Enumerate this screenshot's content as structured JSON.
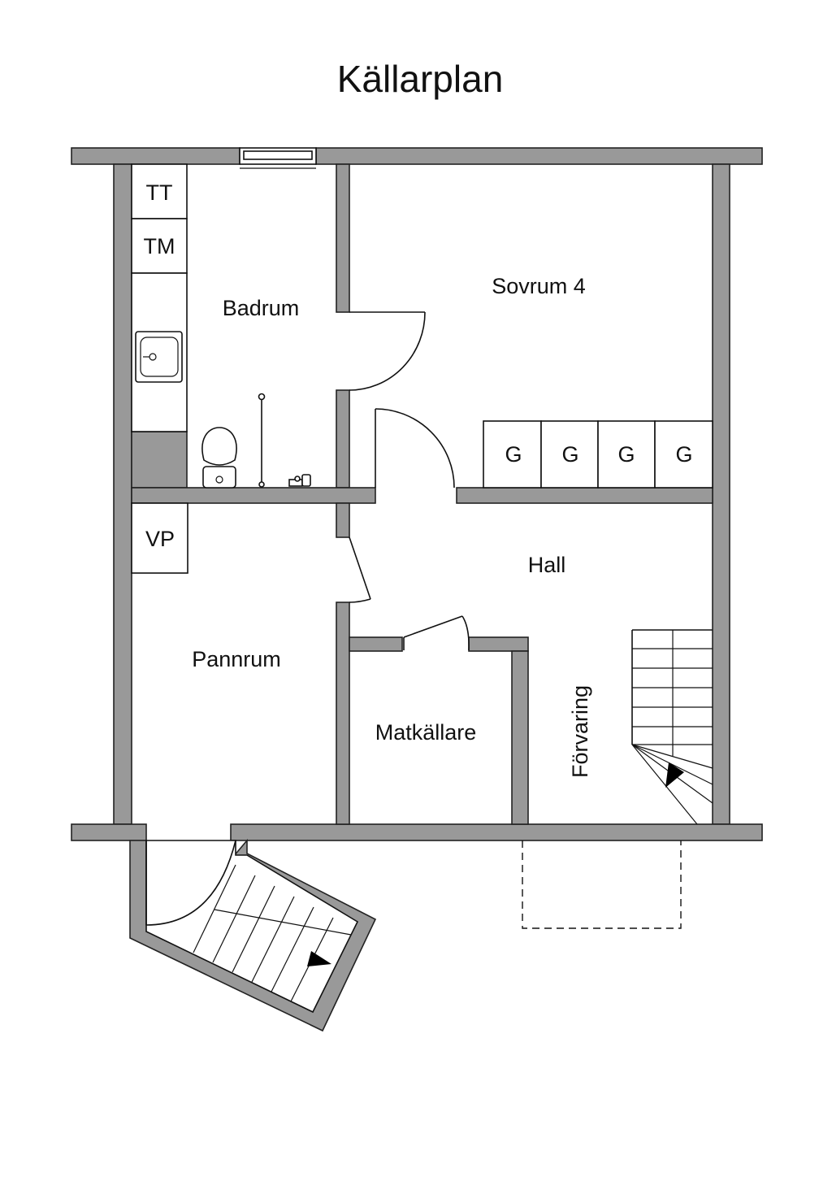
{
  "title": "Källarplan",
  "rooms": {
    "badrum": "Badrum",
    "sovrum": "Sovrum 4",
    "hall": "Hall",
    "pannrum": "Pannrum",
    "matkallare": "Matkällare",
    "forvaring": "Förvaring"
  },
  "fixtures": {
    "tt": "TT",
    "tm": "TM",
    "vp": "VP",
    "closets": [
      "G",
      "G",
      "G",
      "G"
    ]
  },
  "icons": [
    "sink-icon",
    "toilet-icon",
    "shower-icon",
    "stair-arrow-icon"
  ],
  "colors": {
    "wall": "#999999",
    "line": "#111111",
    "background": "#ffffff"
  }
}
